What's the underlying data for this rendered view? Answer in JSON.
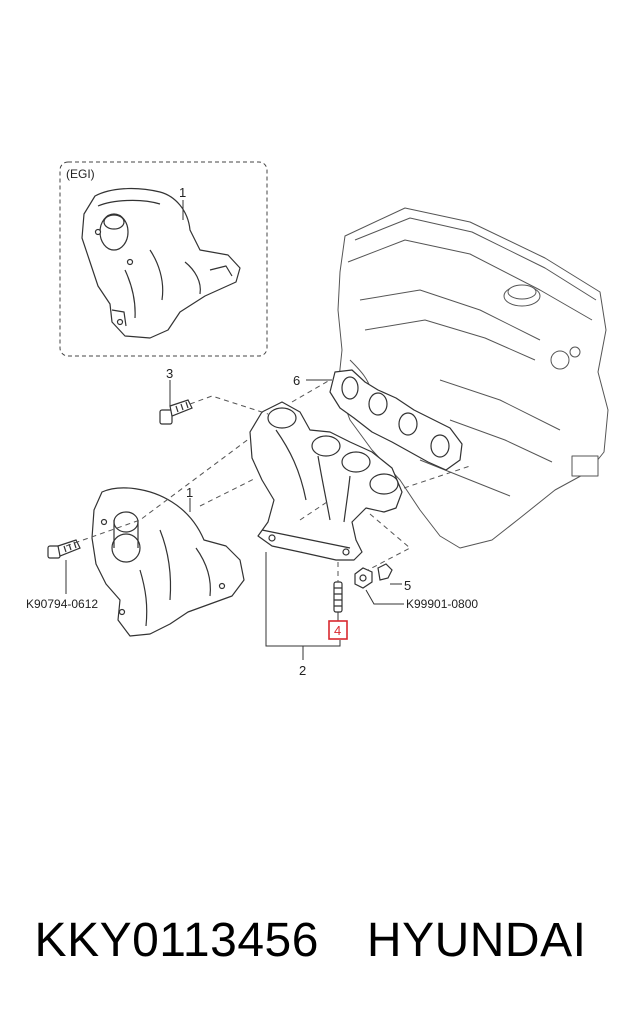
{
  "egi_label": "(EGI)",
  "callouts": {
    "c1_inset": "1",
    "c1_main": "1",
    "c2": "2",
    "c3": "3",
    "c4": "4",
    "c5": "5",
    "c6": "6"
  },
  "part_codes": {
    "bolt": "K90794-0612",
    "nut": "K99901-0800"
  },
  "highlight_color": "#d9282f",
  "caption": {
    "part_number": "KKY0113456",
    "brand": "HYUNDAI"
  }
}
